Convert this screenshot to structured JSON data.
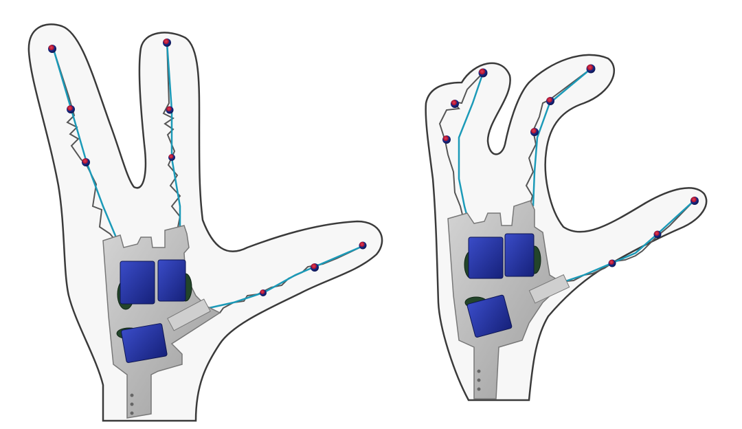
{
  "figure": {
    "panels": [
      {
        "id": "left-hand",
        "state": "extended",
        "fingers": [
          "index-finger",
          "middle-finger",
          "thumb"
        ],
        "actuators": 3
      },
      {
        "id": "right-hand",
        "state": "curled",
        "fingers": [
          "index-finger",
          "middle-finger",
          "thumb"
        ],
        "actuators": 3
      }
    ],
    "colors": {
      "outline": "#3a3a3a",
      "skin": "#f7f7f7",
      "frame": "#bdbdbd",
      "servo": "#1f2f9e",
      "spool": "#23452a",
      "tendon": "#1b9ab8",
      "joint_red": "#c4162a",
      "joint_blue": "#1a2a8a"
    }
  }
}
